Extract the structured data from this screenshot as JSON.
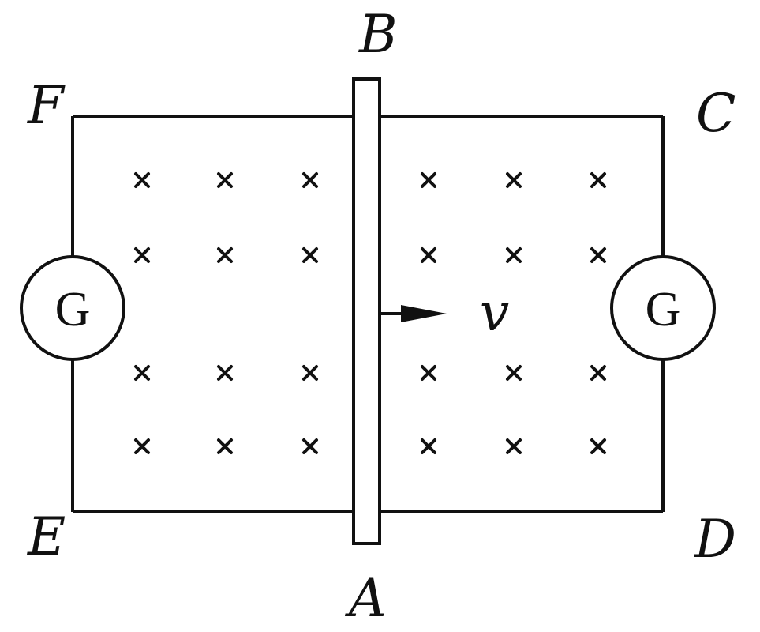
{
  "labels": {
    "B": "B",
    "F": "F",
    "C": "C",
    "E": "E",
    "D": "D",
    "A": "A",
    "velocity": "v"
  },
  "galvanometers": {
    "left": "G",
    "right": "G"
  },
  "field_marks": {
    "symbol": "×",
    "rows": 4,
    "cols_per_side": 3
  },
  "colors": {
    "ink": "#111111",
    "background": "#ffffff"
  }
}
